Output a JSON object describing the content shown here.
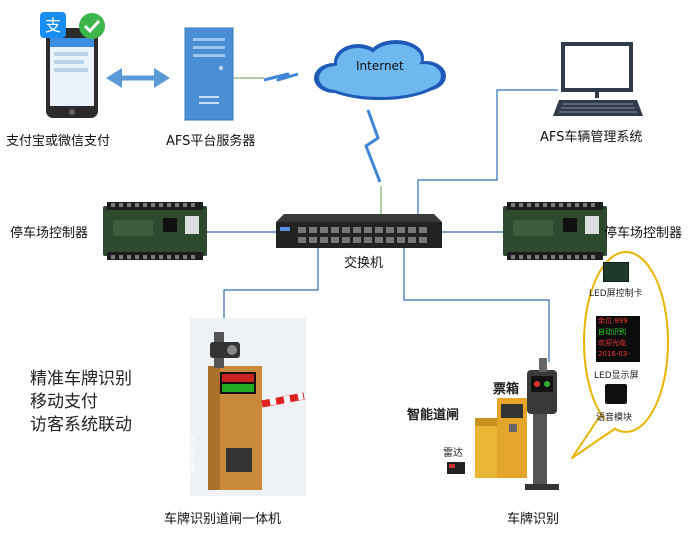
{
  "nodes": {
    "payment": "支付宝或微信支付",
    "server": "AFS平台服务器",
    "internet": "Internet",
    "vehicle_mgmt": "AFS车辆管理系统",
    "controller_left": "停车场控制器",
    "controller_right": "停车场控制器",
    "switch": "交换机",
    "barrier_unit": "车牌识别道闸一体机",
    "lpr": "车牌识别"
  },
  "features": [
    "精准车牌识别",
    "移动支付",
    "访客系统联动"
  ],
  "site_labels": {
    "smart_gate": "智能道闸",
    "ticket_box": "票箱",
    "radar": "雷达"
  },
  "callout": {
    "led_card": "LED屏控制卡",
    "led_screen": "LED显示屏",
    "voice_module": "语音模块",
    "screen_lines": [
      "余位:999",
      "自动识别",
      "欢迎光临",
      "2016-03-"
    ]
  },
  "device_text": {
    "barrier_side": "AI PARKING"
  },
  "colors": {
    "link_blue": "#2f6fb5",
    "link_green": "#79b36a",
    "server_blue": "#4a8fd6",
    "callout_gold": "#e8b400",
    "arrow_blue": "#5a9ad8"
  }
}
